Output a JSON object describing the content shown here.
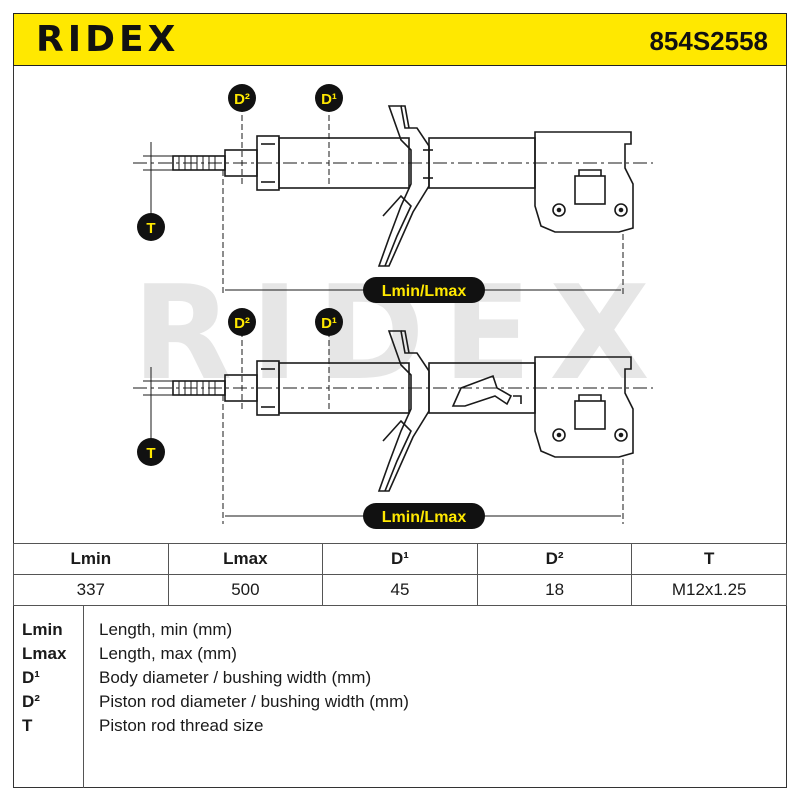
{
  "colors": {
    "accent": "#ffe800",
    "badge_bg": "#111111",
    "badge_fg": "#ffe800",
    "watermark": "#e6e6e6"
  },
  "header": {
    "logo_text": "RIDEX",
    "part_number": "854S2558"
  },
  "drawing": {
    "watermark_text": "RIDEX",
    "labels": {
      "d2": "D²",
      "d1": "D¹",
      "t": "T",
      "length": "Lmin/Lmax"
    }
  },
  "specs": {
    "headers": [
      "Lmin",
      "Lmax",
      "D¹",
      "D²",
      "T"
    ],
    "values": [
      "337",
      "500",
      "45",
      "18",
      "M12x1.25"
    ]
  },
  "legend": {
    "items": [
      {
        "key": "Lmin",
        "desc": "Length, min (mm)"
      },
      {
        "key": "Lmax",
        "desc": "Length, max (mm)"
      },
      {
        "key": "D¹",
        "desc": "Body diameter / bushing width (mm)"
      },
      {
        "key": "D²",
        "desc": "Piston rod diameter / bushing width (mm)"
      },
      {
        "key": "T",
        "desc": "Piston rod thread size"
      }
    ]
  }
}
